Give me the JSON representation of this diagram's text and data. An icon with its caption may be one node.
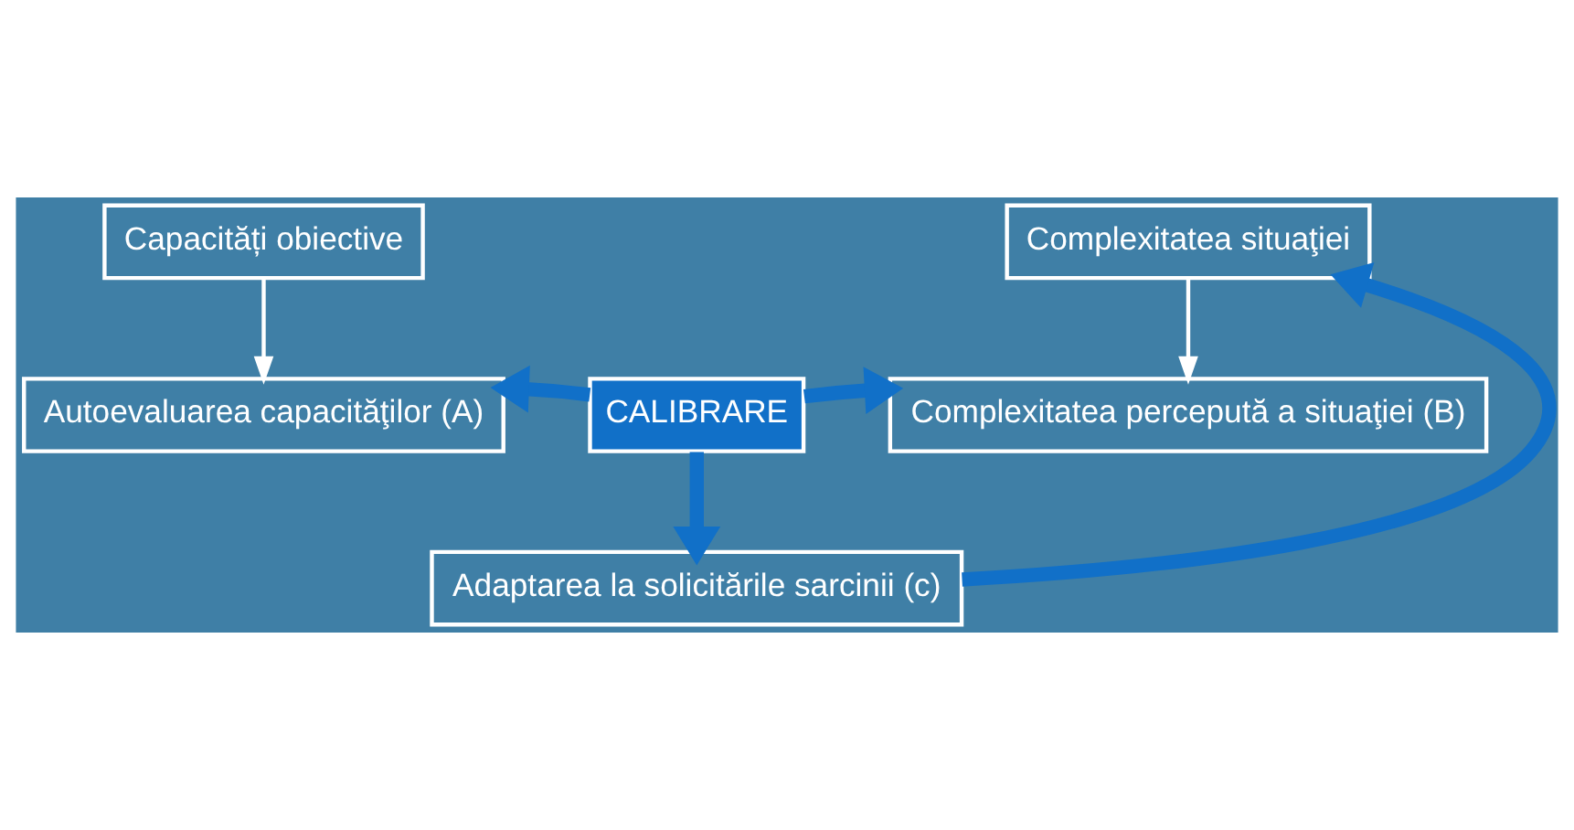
{
  "diagram": {
    "nodes": [
      {
        "text": [
          "Capacități obiective"
        ]
      },
      {
        "text": [
          "Autoevaluarea capacităţilor (A)"
        ]
      },
      {
        "text": [
          "Complexitatea situaţiei"
        ]
      },
      {
        "text": [
          "Complexitatea percepută a situaţiei (B)"
        ]
      },
      {
        "text": [
          "CALIBRARE"
        ]
      },
      {
        "text": [
          "Adaptarea la solicitările sarcinii (c)"
        ]
      }
    ],
    "edges": [
      {
        "from": 0,
        "to": 1,
        "arrow": "to",
        "color": "#ffffff"
      },
      {
        "from": 2,
        "to": 3,
        "arrow": "to",
        "color": "#ffffff"
      },
      {
        "from": 4,
        "to": 1,
        "arrow": "to"
      },
      {
        "from": 4,
        "to": 3,
        "arrow": "to"
      },
      {
        "from": 4,
        "to": 5,
        "arrow": "to"
      },
      {
        "from": 5,
        "to": 2,
        "arrow": "to"
      }
    ]
  }
}
